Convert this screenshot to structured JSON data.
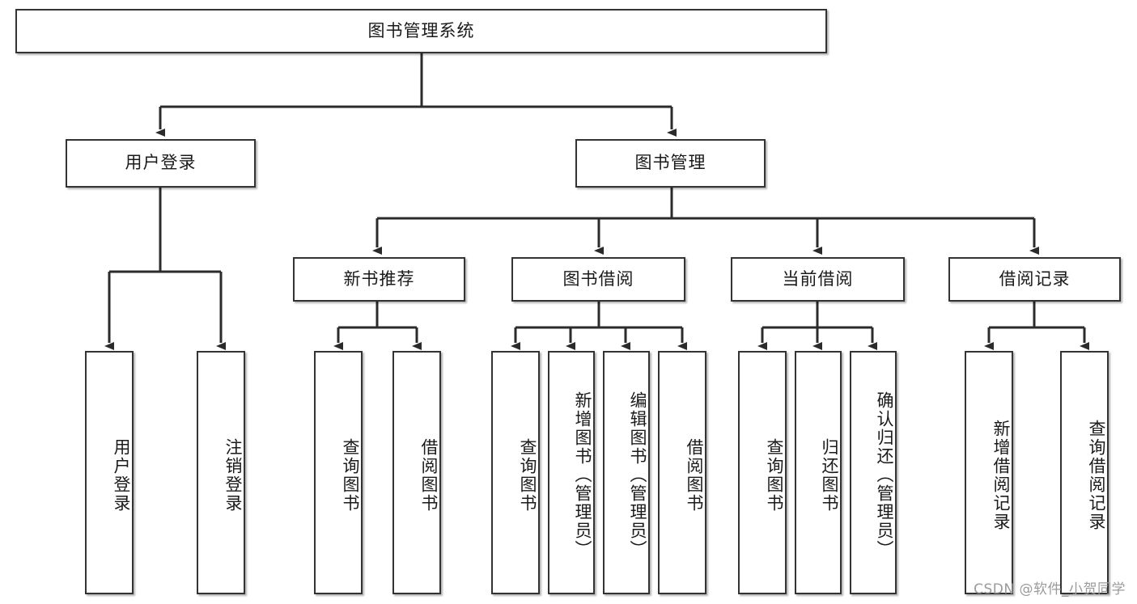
{
  "diagram": {
    "title": "图书管理系统",
    "type": "tree-hierarchy-diagram",
    "root": {
      "label": "图书管理系统"
    },
    "level2": [
      {
        "label": "用户登录"
      },
      {
        "label": "图书管理"
      }
    ],
    "level3": [
      {
        "label": "新书推荐"
      },
      {
        "label": "图书借阅"
      },
      {
        "label": "当前借阅"
      },
      {
        "label": "借阅记录"
      }
    ],
    "leaves": {
      "user_login": [
        {
          "label": "用户登录"
        },
        {
          "label": "注销登录"
        }
      ],
      "new_book_recommend": [
        {
          "label": "查询图书"
        },
        {
          "label": "借阅图书"
        }
      ],
      "book_borrow": [
        {
          "label": "查询图书"
        },
        {
          "label": "新增图书（管理员）"
        },
        {
          "label": "编辑图书（管理员）"
        },
        {
          "label": "借阅图书"
        }
      ],
      "current_borrow": [
        {
          "label": "查询图书"
        },
        {
          "label": "归还图书"
        },
        {
          "label": "确认归还（管理员）"
        }
      ],
      "borrow_record": [
        {
          "label": "新增借阅记录"
        },
        {
          "label": "查询借阅记录"
        }
      ]
    }
  },
  "watermark": {
    "text": "CSDN @软件_小贺同学"
  },
  "colors": {
    "border": "#333333",
    "text": "#1a1a1a",
    "background": "#ffffff",
    "watermark": "#9b9b9b"
  }
}
